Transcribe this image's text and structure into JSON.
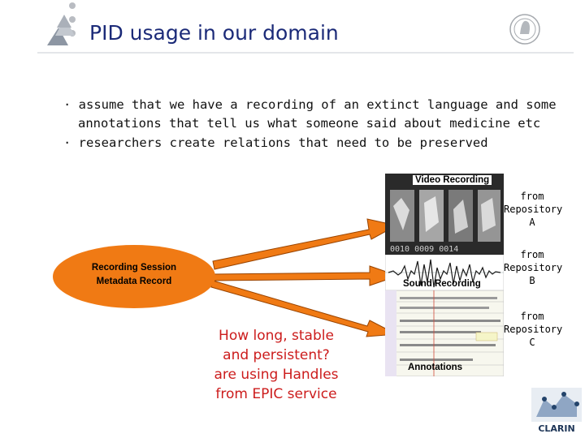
{
  "slide": {
    "title": "PID usage in our domain",
    "bullets": [
      "· assume that we have a recording of an extinct language and some",
      "annotations that tell us what someone said about medicine etc",
      "· researchers create relations that need to be preserved"
    ]
  },
  "diagram": {
    "session_record": [
      "Recording Session",
      "Metadata Record"
    ],
    "video_label": "Video Recording",
    "sound_label": "Sound Recording",
    "annotations_label": "Annotations",
    "repositories": [
      [
        "from",
        "Repository",
        "A"
      ],
      [
        "from",
        "Repository",
        "B"
      ],
      [
        "from",
        "Repository",
        "C"
      ]
    ],
    "handles_note": [
      "How long, stable",
      "and persistent?",
      "are using Handles",
      "from EPIC service"
    ]
  },
  "branding": {
    "clarin": "CLARIN"
  },
  "colors": {
    "title": "#1b2a78",
    "arrow": "#f07a14",
    "note": "#cc1c1c"
  }
}
